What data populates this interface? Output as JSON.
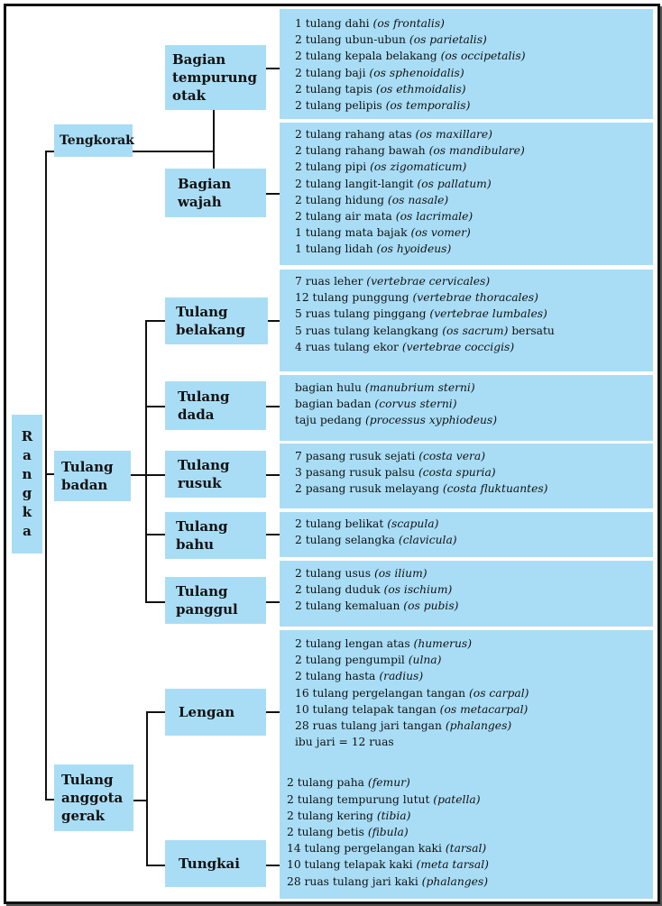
{
  "root": "Rangka",
  "groups": [
    {
      "label": "Tengkorak"
    },
    {
      "label": "Tulang\nbadan"
    },
    {
      "label": "Tulang\nanggota\ngerak"
    }
  ],
  "sub": [
    {
      "label": "Bagian\ntempurung\notak"
    },
    {
      "label": "Bagian\nwajah"
    },
    {
      "label": "Tulang\nbelakang"
    },
    {
      "label": "Tulang\ndada"
    },
    {
      "label": "Tulang\nrusuk"
    },
    {
      "label": "Tulang\nbahu"
    },
    {
      "label": "Tulang\npanggul"
    },
    {
      "label": "Lengan"
    },
    {
      "label": "Tungkai"
    }
  ],
  "details": [
    [
      {
        "t": "1 tulang dahi ",
        "l": "(os frontalis)"
      },
      {
        "t": "2 tulang ubun-ubun ",
        "l": "(os parietalis)"
      },
      {
        "t": "2 tulang kepala belakang ",
        "l": "(os occipetalis)"
      },
      {
        "t": "2 tulang baji ",
        "l": "(os sphenoidalis)"
      },
      {
        "t": "2 tulang tapis ",
        "l": "(os ethmoidalis)"
      },
      {
        "t": "2 tulang pelipis ",
        "l": "(os temporalis)"
      }
    ],
    [
      {
        "t": "2 tulang rahang atas ",
        "l": "(os maxillare)"
      },
      {
        "t": "2 tulang rahang bawah ",
        "l": "(os mandibulare)"
      },
      {
        "t": "2 tulang pipi ",
        "l": "(os zigomaticum)"
      },
      {
        "t": "2 tulang langit-langit ",
        "l": "(os pallatum)"
      },
      {
        "t": "2 tulang hidung ",
        "l": "(os nasale)"
      },
      {
        "t": "2 tulang air mata ",
        "l": "(os lacrimale)"
      },
      {
        "t": "1 tulang mata bajak ",
        "l": "(os vomer)"
      },
      {
        "t": "1 tulang lidah ",
        "l": "(os hyoideus)"
      }
    ],
    [
      {
        "t": "7 ruas leher ",
        "l": "(vertebrae cervicales)"
      },
      {
        "t": "12 tulang punggung ",
        "l": "(vertebrae thoracales)"
      },
      {
        "t": "5 ruas tulang pinggang ",
        "l": "(vertebrae lumbales)"
      },
      {
        "t": "5 ruas tulang kelangkang ",
        "l": "(os sacrum)",
        "a": " bersatu"
      },
      {
        "t": "4 ruas tulang ekor ",
        "l": "(vertebrae coccigis)"
      }
    ],
    [
      {
        "t": "bagian hulu ",
        "l": "(manubrium sterni)"
      },
      {
        "t": "bagian badan ",
        "l": "(corvus sterni)"
      },
      {
        "t": "taju pedang ",
        "l": "(processus xyphiodeus)"
      }
    ],
    [
      {
        "t": "7 pasang rusuk sejati ",
        "l": "(costa vera)"
      },
      {
        "t": "3 pasang rusuk palsu ",
        "l": "(costa spuria)"
      },
      {
        "t": "2 pasang rusuk melayang ",
        "l": "(costa fluktuantes)"
      }
    ],
    [
      {
        "t": "2 tulang belikat ",
        "l": "(scapula)"
      },
      {
        "t": "2 tulang selangka ",
        "l": "(clavicula)"
      }
    ],
    [
      {
        "t": "2 tulang usus ",
        "l": "(os ilium)"
      },
      {
        "t": "2 tulang duduk ",
        "l": "(os ischium)"
      },
      {
        "t": "2 tulang kemaluan ",
        "l": "(os pubis)"
      }
    ],
    [
      {
        "t": "2 tulang lengan atas ",
        "l": "(humerus)"
      },
      {
        "t": "2 tulang pengumpil ",
        "l": "(ulna)"
      },
      {
        "t": "2 tulang hasta ",
        "l": "(radius)"
      },
      {
        "t": "16 tulang pergelangan tangan ",
        "l": "(os carpal)"
      },
      {
        "t": "10 tulang telapak tangan ",
        "l": "(os metacarpal)"
      },
      {
        "t": "28 ruas tulang jari tangan ",
        "l": "(phalanges)"
      },
      {
        "t": "ibu jari = 12 ruas"
      }
    ],
    [
      {
        "t": "2 tulang paha ",
        "l": "(femur)"
      },
      {
        "t": "2 tulang tempurung lutut ",
        "l": "(patella)"
      },
      {
        "t": "2 tulang kering ",
        "l": "(tibia)"
      },
      {
        "t": "2 tulang betis ",
        "l": "(fibula)"
      },
      {
        "t": "14 tulang pergelangan kaki ",
        "l": "(tarsal)"
      },
      {
        "t": "10 tulang telapak kaki ",
        "l": "(meta tarsal)"
      },
      {
        "t": "28 ruas tulang jari kaki ",
        "l": "(phalanges)"
      }
    ]
  ]
}
